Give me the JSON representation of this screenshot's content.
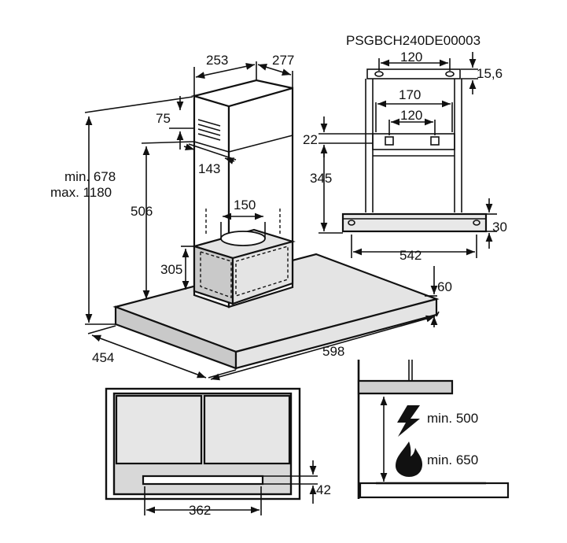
{
  "model_code": "PSGBCH240DE00003",
  "dims": {
    "chimney_w": "253",
    "chimney_d": "277",
    "d75": "75",
    "d143": "143",
    "height_min": "min. 678",
    "height_max": "max. 1180",
    "d506": "506",
    "d150": "150",
    "d305": "305",
    "d60": "60",
    "d454": "454",
    "d598": "598",
    "b120": "120",
    "b15": "15,6",
    "b170": "170",
    "b120b": "120",
    "b22": "22",
    "b345": "345",
    "b30": "30",
    "b542": "542",
    "u362": "362",
    "u42": "42"
  },
  "clearance": {
    "electric": "min. 500",
    "gas": "min. 650"
  },
  "icons": {
    "electric": "lightning-bolt-icon",
    "gas": "flame-icon"
  }
}
